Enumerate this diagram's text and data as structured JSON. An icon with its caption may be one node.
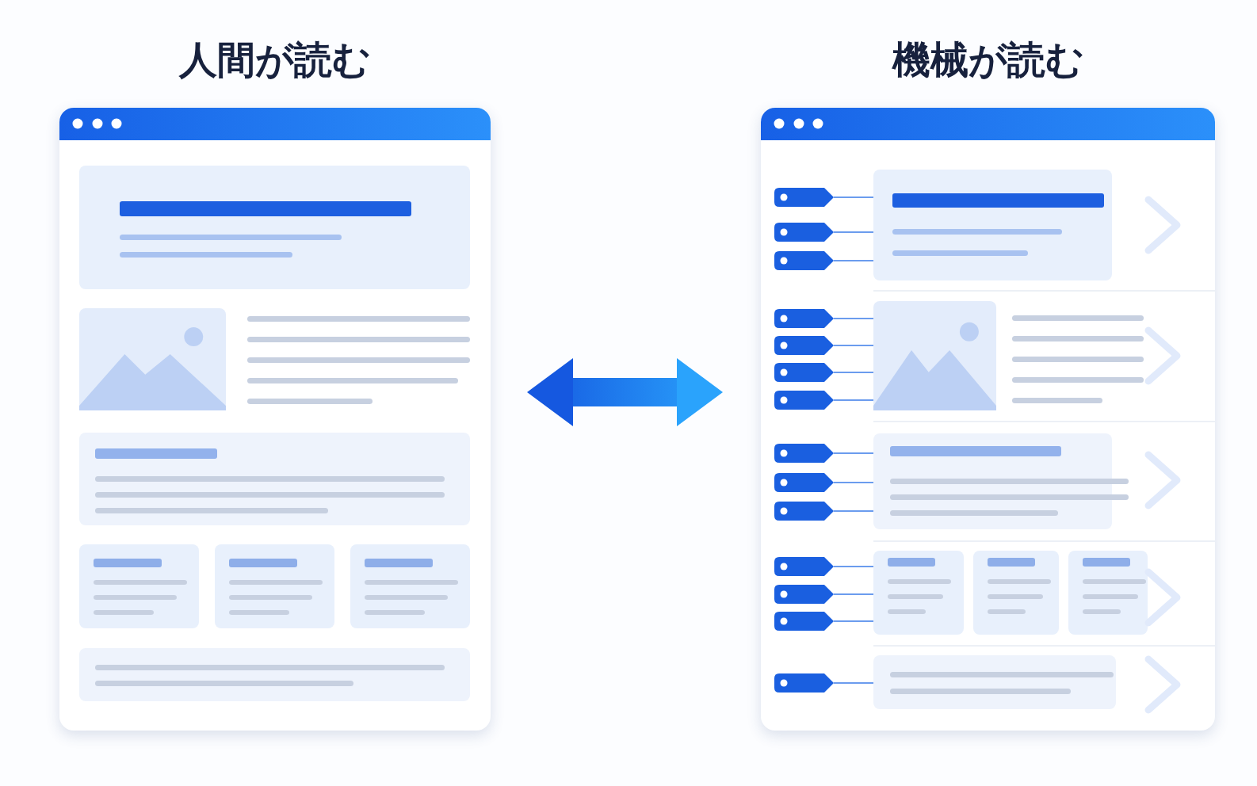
{
  "diagram": {
    "nodes": [
      {
        "text": [
          "人間が読む"
        ]
      },
      {
        "text": [
          "機械が読む"
        ]
      }
    ],
    "edges": [
      {
        "from": 0,
        "to": 1,
        "arrow": "both"
      }
    ]
  }
}
